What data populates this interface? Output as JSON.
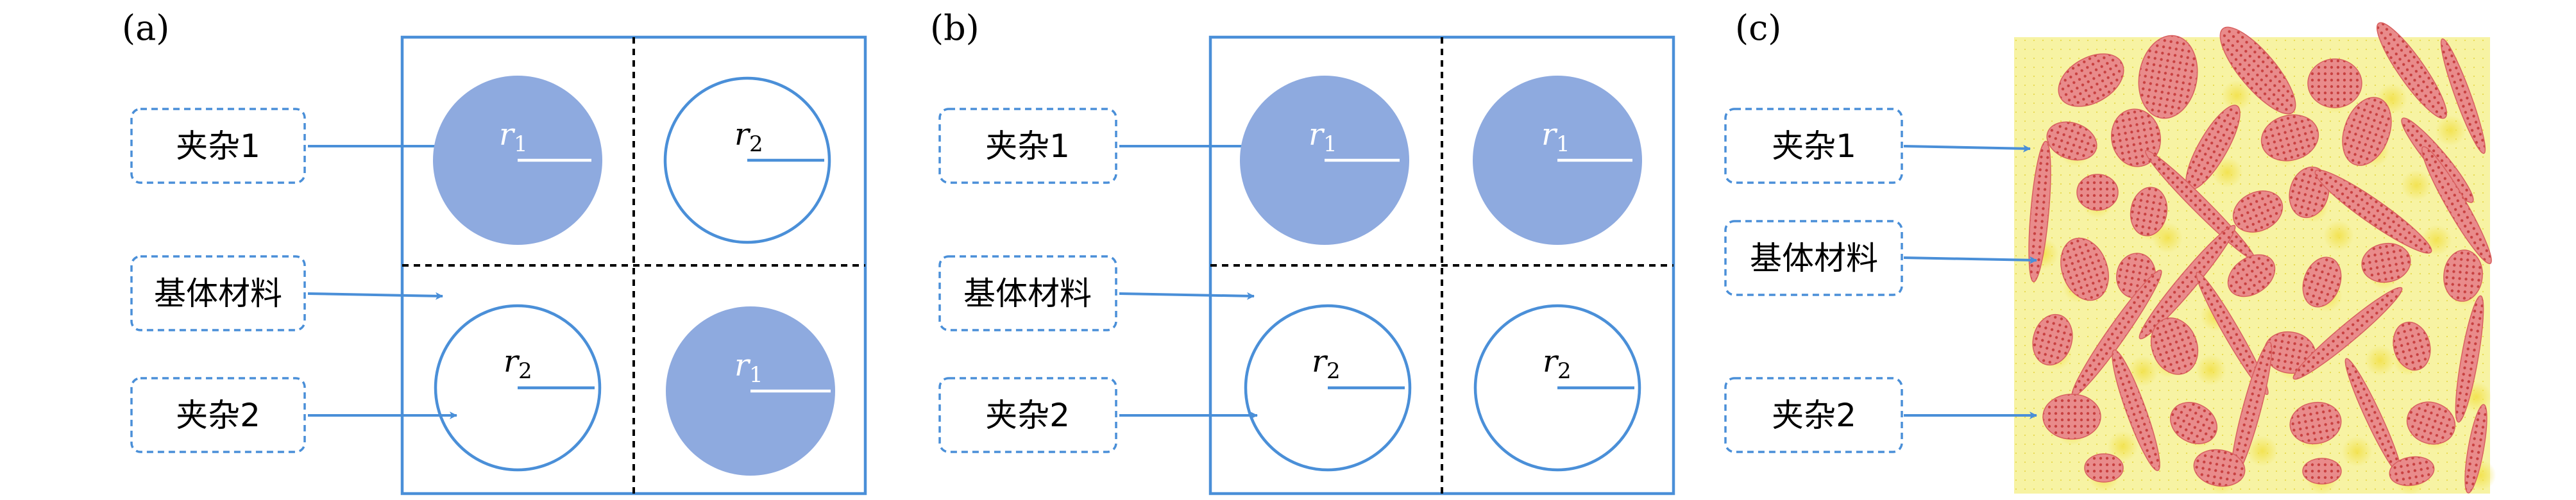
{
  "colors": {
    "stroke": "#4a8fd8",
    "fill": "#8eaadf",
    "dash_text": "#000000",
    "matrix_fill": "#f6f2a0",
    "inclusion_fill": "#e88a8a"
  },
  "panels": [
    {
      "id": "a",
      "label": "(a)",
      "callouts": [
        "夹杂1",
        "基体材料",
        "夹杂2"
      ],
      "cells": [
        {
          "filled": true,
          "r_base": "r",
          "r_sub": "1"
        },
        {
          "filled": false,
          "r_base": "r",
          "r_sub": "2"
        },
        {
          "filled": false,
          "r_base": "r",
          "r_sub": "2"
        },
        {
          "filled": true,
          "r_base": "r",
          "r_sub": "1"
        }
      ]
    },
    {
      "id": "b",
      "label": "(b)",
      "callouts": [
        "夹杂1",
        "基体材料",
        "夹杂2"
      ],
      "cells": [
        {
          "filled": true,
          "r_base": "r",
          "r_sub": "1"
        },
        {
          "filled": true,
          "r_base": "r",
          "r_sub": "1"
        },
        {
          "filled": false,
          "r_base": "r",
          "r_sub": "2"
        },
        {
          "filled": false,
          "r_base": "r",
          "r_sub": "2"
        }
      ]
    },
    {
      "id": "c",
      "label": "(c)",
      "callouts": [
        "夹杂1",
        "基体材料",
        "夹杂2"
      ]
    }
  ]
}
